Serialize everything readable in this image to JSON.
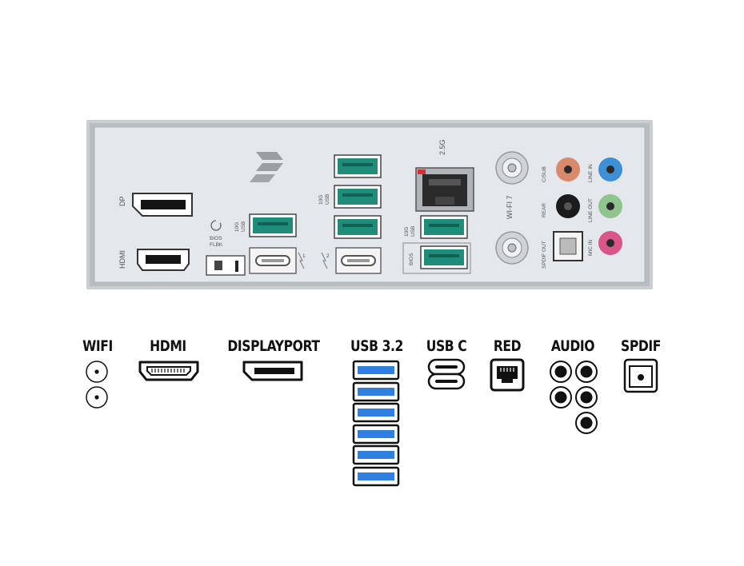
{
  "panel": {
    "labels": {
      "dp": "DP",
      "hdmi": "HDMI",
      "bios_flbk_1": "BIOS",
      "bios_flbk_2": "FLBK",
      "usb10g_a1": "10G",
      "usb10g_a2": "USB",
      "usb10g_b1": "10G",
      "usb10g_b2": "USB",
      "usb10g_c1": "10G",
      "usb10g_c2": "USB",
      "tb1": "1",
      "tb2": "2",
      "lan": "2.5G",
      "bios": "BIOS",
      "wifi": "WI-FI 7",
      "c_sub": "C/SUB",
      "rear": "REAR",
      "spdif_out": "SPDIF OUT",
      "line_in": "LINE IN",
      "line_out": "LINE OUT",
      "mic_in": "MIC IN"
    },
    "colors": {
      "plate": "#e4e8ec",
      "usb_teal": "#1f8d7a",
      "audio_orange": "#d98a6a",
      "audio_blue": "#3e8fd6",
      "audio_green": "#8fc48f",
      "audio_pink": "#d9568a",
      "audio_black": "#1b1b1b"
    }
  },
  "legend": {
    "wifi": "WIFI",
    "hdmi": "HDMI",
    "displayport": "DISPLAYPORT",
    "usb32": "USB 3.2",
    "usbc": "USB C",
    "red": "RED",
    "audio": "AUDIO",
    "spdif": "SPDIF",
    "usb_count": 6,
    "wifi_count": 2,
    "usbc_count": 2,
    "audio_count": 5,
    "usb_blue": "#2f7fe0"
  }
}
